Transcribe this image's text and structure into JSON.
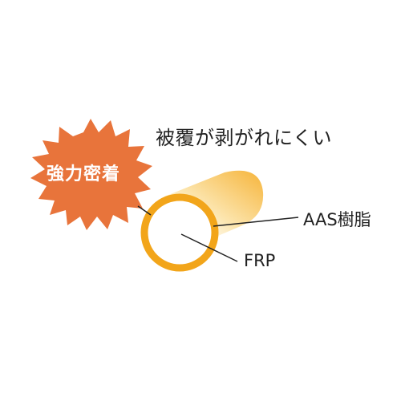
{
  "burst": {
    "text": "強力密着",
    "color": "#E8743B"
  },
  "headline": "被覆が剥がれにくい",
  "labels": {
    "outer_layer": "AAS樹脂",
    "core": "FRP"
  },
  "colors": {
    "ring": "#F2A51A",
    "tube_light": "#FBE3A8",
    "leader": "#222222"
  }
}
